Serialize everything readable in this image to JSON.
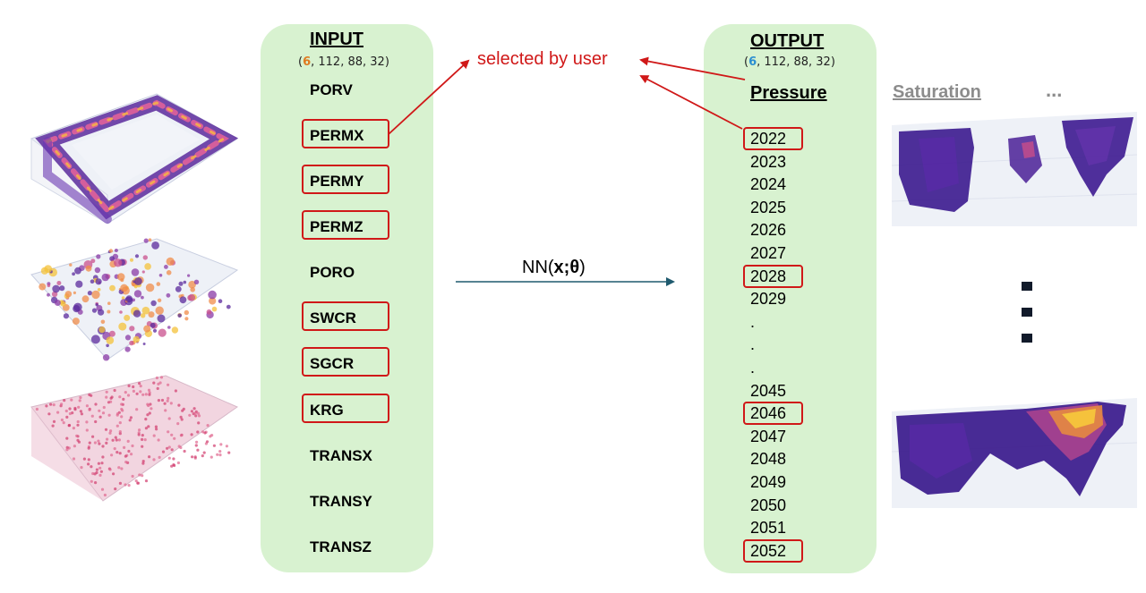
{
  "input": {
    "title": "INPUT",
    "shape": {
      "open": "(",
      "first": "6",
      "rest": ", 112, 88, 32)"
    },
    "properties": [
      {
        "label": "PORV",
        "selected": false
      },
      {
        "label": "PERMX",
        "selected": true
      },
      {
        "label": "PERMY",
        "selected": true
      },
      {
        "label": "PERMZ",
        "selected": true
      },
      {
        "label": "PORO",
        "selected": false
      },
      {
        "label": "SWCR",
        "selected": true
      },
      {
        "label": "SGCR",
        "selected": true
      },
      {
        "label": "KRG",
        "selected": true
      },
      {
        "label": "TRANSX",
        "selected": false
      },
      {
        "label": "TRANSY",
        "selected": false
      },
      {
        "label": "TRANSZ",
        "selected": false
      }
    ]
  },
  "output": {
    "title": "OUTPUT",
    "shape": {
      "open": "(",
      "first": "6",
      "rest": ", 112, 88, 32)"
    },
    "pressure_label": "Pressure",
    "saturation_label": "Saturation",
    "more_label": "...",
    "years": [
      {
        "label": "2022",
        "selected": true
      },
      {
        "label": "2023",
        "selected": false
      },
      {
        "label": "2024",
        "selected": false
      },
      {
        "label": "2025",
        "selected": false
      },
      {
        "label": "2026",
        "selected": false
      },
      {
        "label": "2027",
        "selected": false
      },
      {
        "label": "2028",
        "selected": true
      },
      {
        "label": "2029",
        "selected": false
      },
      {
        "label": ".",
        "selected": false
      },
      {
        "label": ".",
        "selected": false
      },
      {
        "label": ".",
        "selected": false
      },
      {
        "label": "2045",
        "selected": false
      },
      {
        "label": "2046",
        "selected": true
      },
      {
        "label": "2047",
        "selected": false
      },
      {
        "label": "2048",
        "selected": false
      },
      {
        "label": "2049",
        "selected": false
      },
      {
        "label": "2050",
        "selected": false
      },
      {
        "label": "2051",
        "selected": false
      },
      {
        "label": "2052",
        "selected": true
      }
    ]
  },
  "selected_by_user_label": "selected by user",
  "network": {
    "prefix": "NN(",
    "x": "x",
    "sep": ";",
    "theta": "θ",
    "suffix": ")"
  },
  "colors": {
    "panel": "#d8f2d0",
    "highlight": "#d01818",
    "arrow": "#1f5a6e",
    "input_first_dim": "#e07a1f",
    "output_first_dim": "#2b8fd1",
    "saturation_label": "#8c8c8c"
  }
}
